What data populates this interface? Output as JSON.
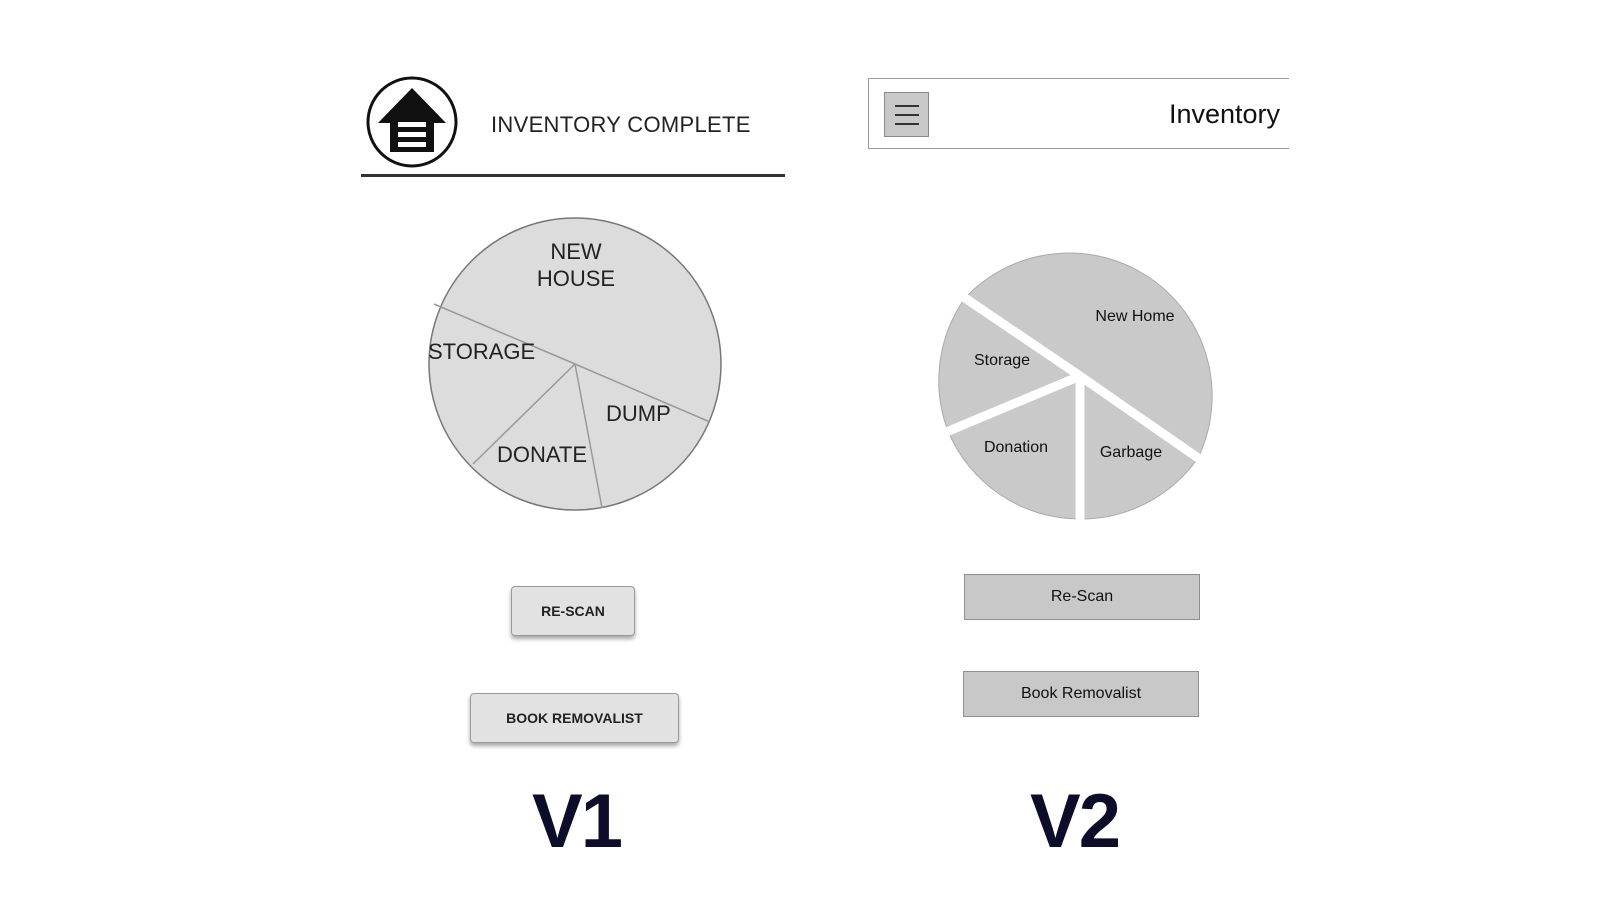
{
  "v1": {
    "logo_icon": "house-icon",
    "title": "INVENTORY COMPLETE",
    "chart_labels": {
      "new_house": [
        "NEW",
        "HOUSE"
      ],
      "storage": "STORAGE",
      "dump": "DUMP",
      "donate": "DONATE"
    },
    "rescan_label": "RE-SCAN",
    "book_label": "BOOK REMOVALIST",
    "version_label": "V1"
  },
  "v2": {
    "menu_icon": "hamburger-menu-icon",
    "title": "Inventory",
    "chart_labels": {
      "new_home": "New Home",
      "storage": "Storage",
      "donation": "Donation",
      "garbage": "Garbage"
    },
    "rescan_label": "Re-Scan",
    "book_label": "Book Removalist",
    "version_label": "V2"
  },
  "colors": {
    "v1_slice_fill": "#dcdcdc",
    "v2_slice_fill": "#c9c9c9",
    "label_navy": "#0d0d2a"
  }
}
